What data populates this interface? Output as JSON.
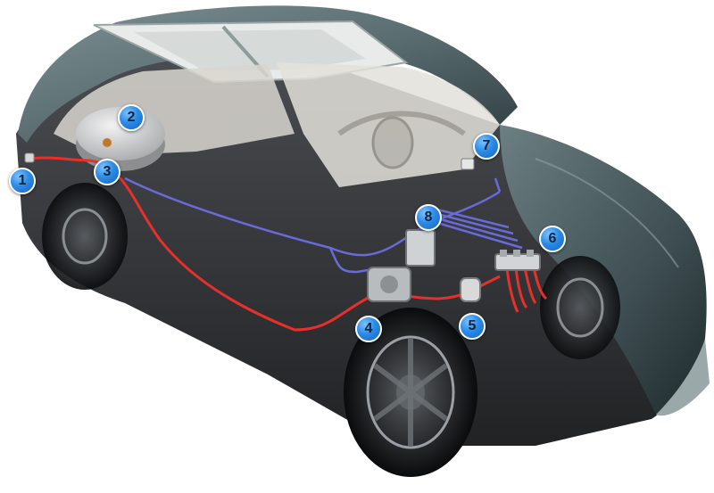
{
  "diagram": {
    "callouts": [
      {
        "id": "1",
        "label": "1"
      },
      {
        "id": "2",
        "label": "2"
      },
      {
        "id": "3",
        "label": "3"
      },
      {
        "id": "4",
        "label": "4"
      },
      {
        "id": "5",
        "label": "5"
      },
      {
        "id": "6",
        "label": "6"
      },
      {
        "id": "7",
        "label": "7"
      },
      {
        "id": "8",
        "label": "8"
      }
    ],
    "colors": {
      "callout_fill": "#2b8be6",
      "callout_text": "#0d2440",
      "fuel_line": "#e8302a",
      "wiring": "#6a6ad8",
      "car_body": "#5d7175",
      "car_transparent_body": "#1b1d20"
    }
  }
}
